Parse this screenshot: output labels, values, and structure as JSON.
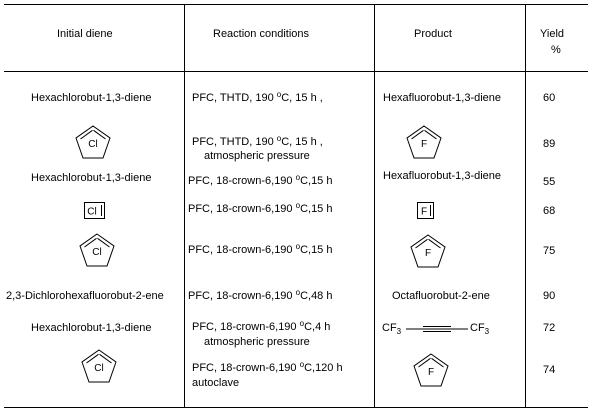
{
  "headers": {
    "col1": "Initial diene",
    "col2": "Reaction conditions",
    "col3": "Product",
    "col4_line1": "Yield",
    "col4_line2": "%"
  },
  "rows": [
    {
      "initial": "Hexachlorobut-1,3-diene",
      "cond_pre": "PFC, THTD, 190 ",
      "cond_sup": "o",
      "cond_post": "C, 15 h ,",
      "cond_line2": "",
      "product": "Hexafluorobut-1,3-diene",
      "yield": "60"
    },
    {
      "initial_icon": "cyclopentadiene-cl-ring",
      "initial_label": "Cl",
      "cond_pre": "PFC, THTD, 190 ",
      "cond_sup": "o",
      "cond_post": "C, 15 h ,",
      "cond_line2": "atmospheric pressure",
      "product_icon": "cyclopentadiene-f-ring",
      "product_label": "F",
      "yield": "89"
    },
    {
      "initial": "Hexachlorobut-1,3-diene",
      "cond_pre": "PFC, 18-crown-6,190 ",
      "cond_sup": "o",
      "cond_post": "C,15 h",
      "product": "Hexafluorobut-1,3-diene",
      "yield": "55"
    },
    {
      "initial_icon": "cyclobutadiene-cl-square",
      "initial_label": "Cl",
      "cond_pre": "PFC, 18-crown-6,190 ",
      "cond_sup": "o",
      "cond_post": "C,15 h",
      "product_icon": "cyclobutadiene-f-square",
      "product_label": "F",
      "yield": "68"
    },
    {
      "initial_icon": "cyclopentadiene-cl-ring",
      "initial_label": "Cl",
      "cond_pre": "PFC, 18-crown-6,190 ",
      "cond_sup": "o",
      "cond_post": "C,15 h",
      "product_icon": "cyclopentadiene-f-ring",
      "product_label": "F",
      "yield": "75"
    },
    {
      "initial": "2,3-Dichlorohexafluorobut-2-ene",
      "cond_pre": "PFC, 18-crown-6,190 ",
      "cond_sup": "o",
      "cond_post": "C,48 h",
      "product": "Octafluorobut-2-ene",
      "yield": "90"
    },
    {
      "initial": "Hexachlorobut-1,3-diene",
      "cond_pre": "PFC, 18-crown-6,190 ",
      "cond_sup": "o",
      "cond_post": "C,4 h",
      "cond_line2": "atmospheric pressure",
      "product_left": "CF",
      "product_left_sub": "3",
      "product_right": "CF",
      "product_right_sub": "3",
      "yield": "72"
    },
    {
      "initial_icon": "cyclopentadiene-cl-ring",
      "initial_label": "Cl",
      "cond_pre": "PFC, 18-crown-6,190 ",
      "cond_sup": "o",
      "cond_post": "C,120 h",
      "cond_line2": "autoclave",
      "product_icon": "cyclopentadiene-f-ring",
      "product_label": "F",
      "yield": "74"
    }
  ]
}
